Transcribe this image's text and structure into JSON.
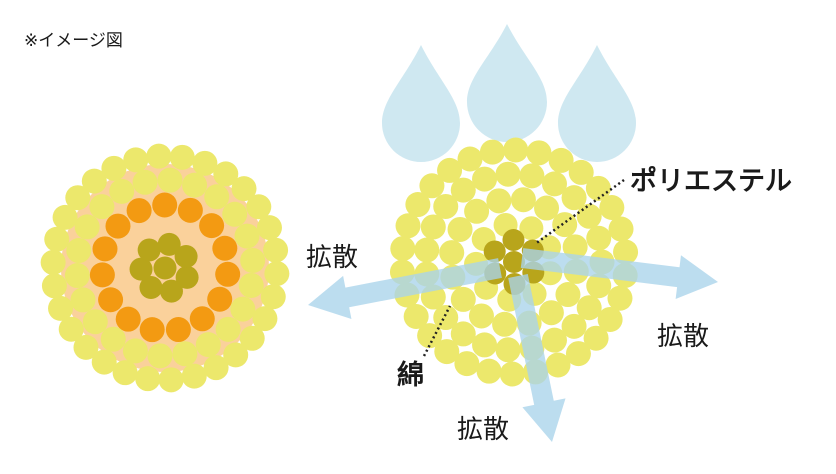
{
  "note": "※イメージ図",
  "labels": {
    "polyester": "ポリエステル",
    "cotton": "綿",
    "diffusion": "拡散"
  },
  "colors": {
    "cotton_fiber": "#ece86c",
    "polyester_fiber": "#b8a51b",
    "absorbed_fiber": "#f39a12",
    "absorbed_glow": "#f9c98a",
    "water_drop": "#cfe8f1",
    "flow_arrow": "#a9d3ea"
  },
  "icons": [
    "water-drop-icon",
    "flow-arrow-icon"
  ]
}
